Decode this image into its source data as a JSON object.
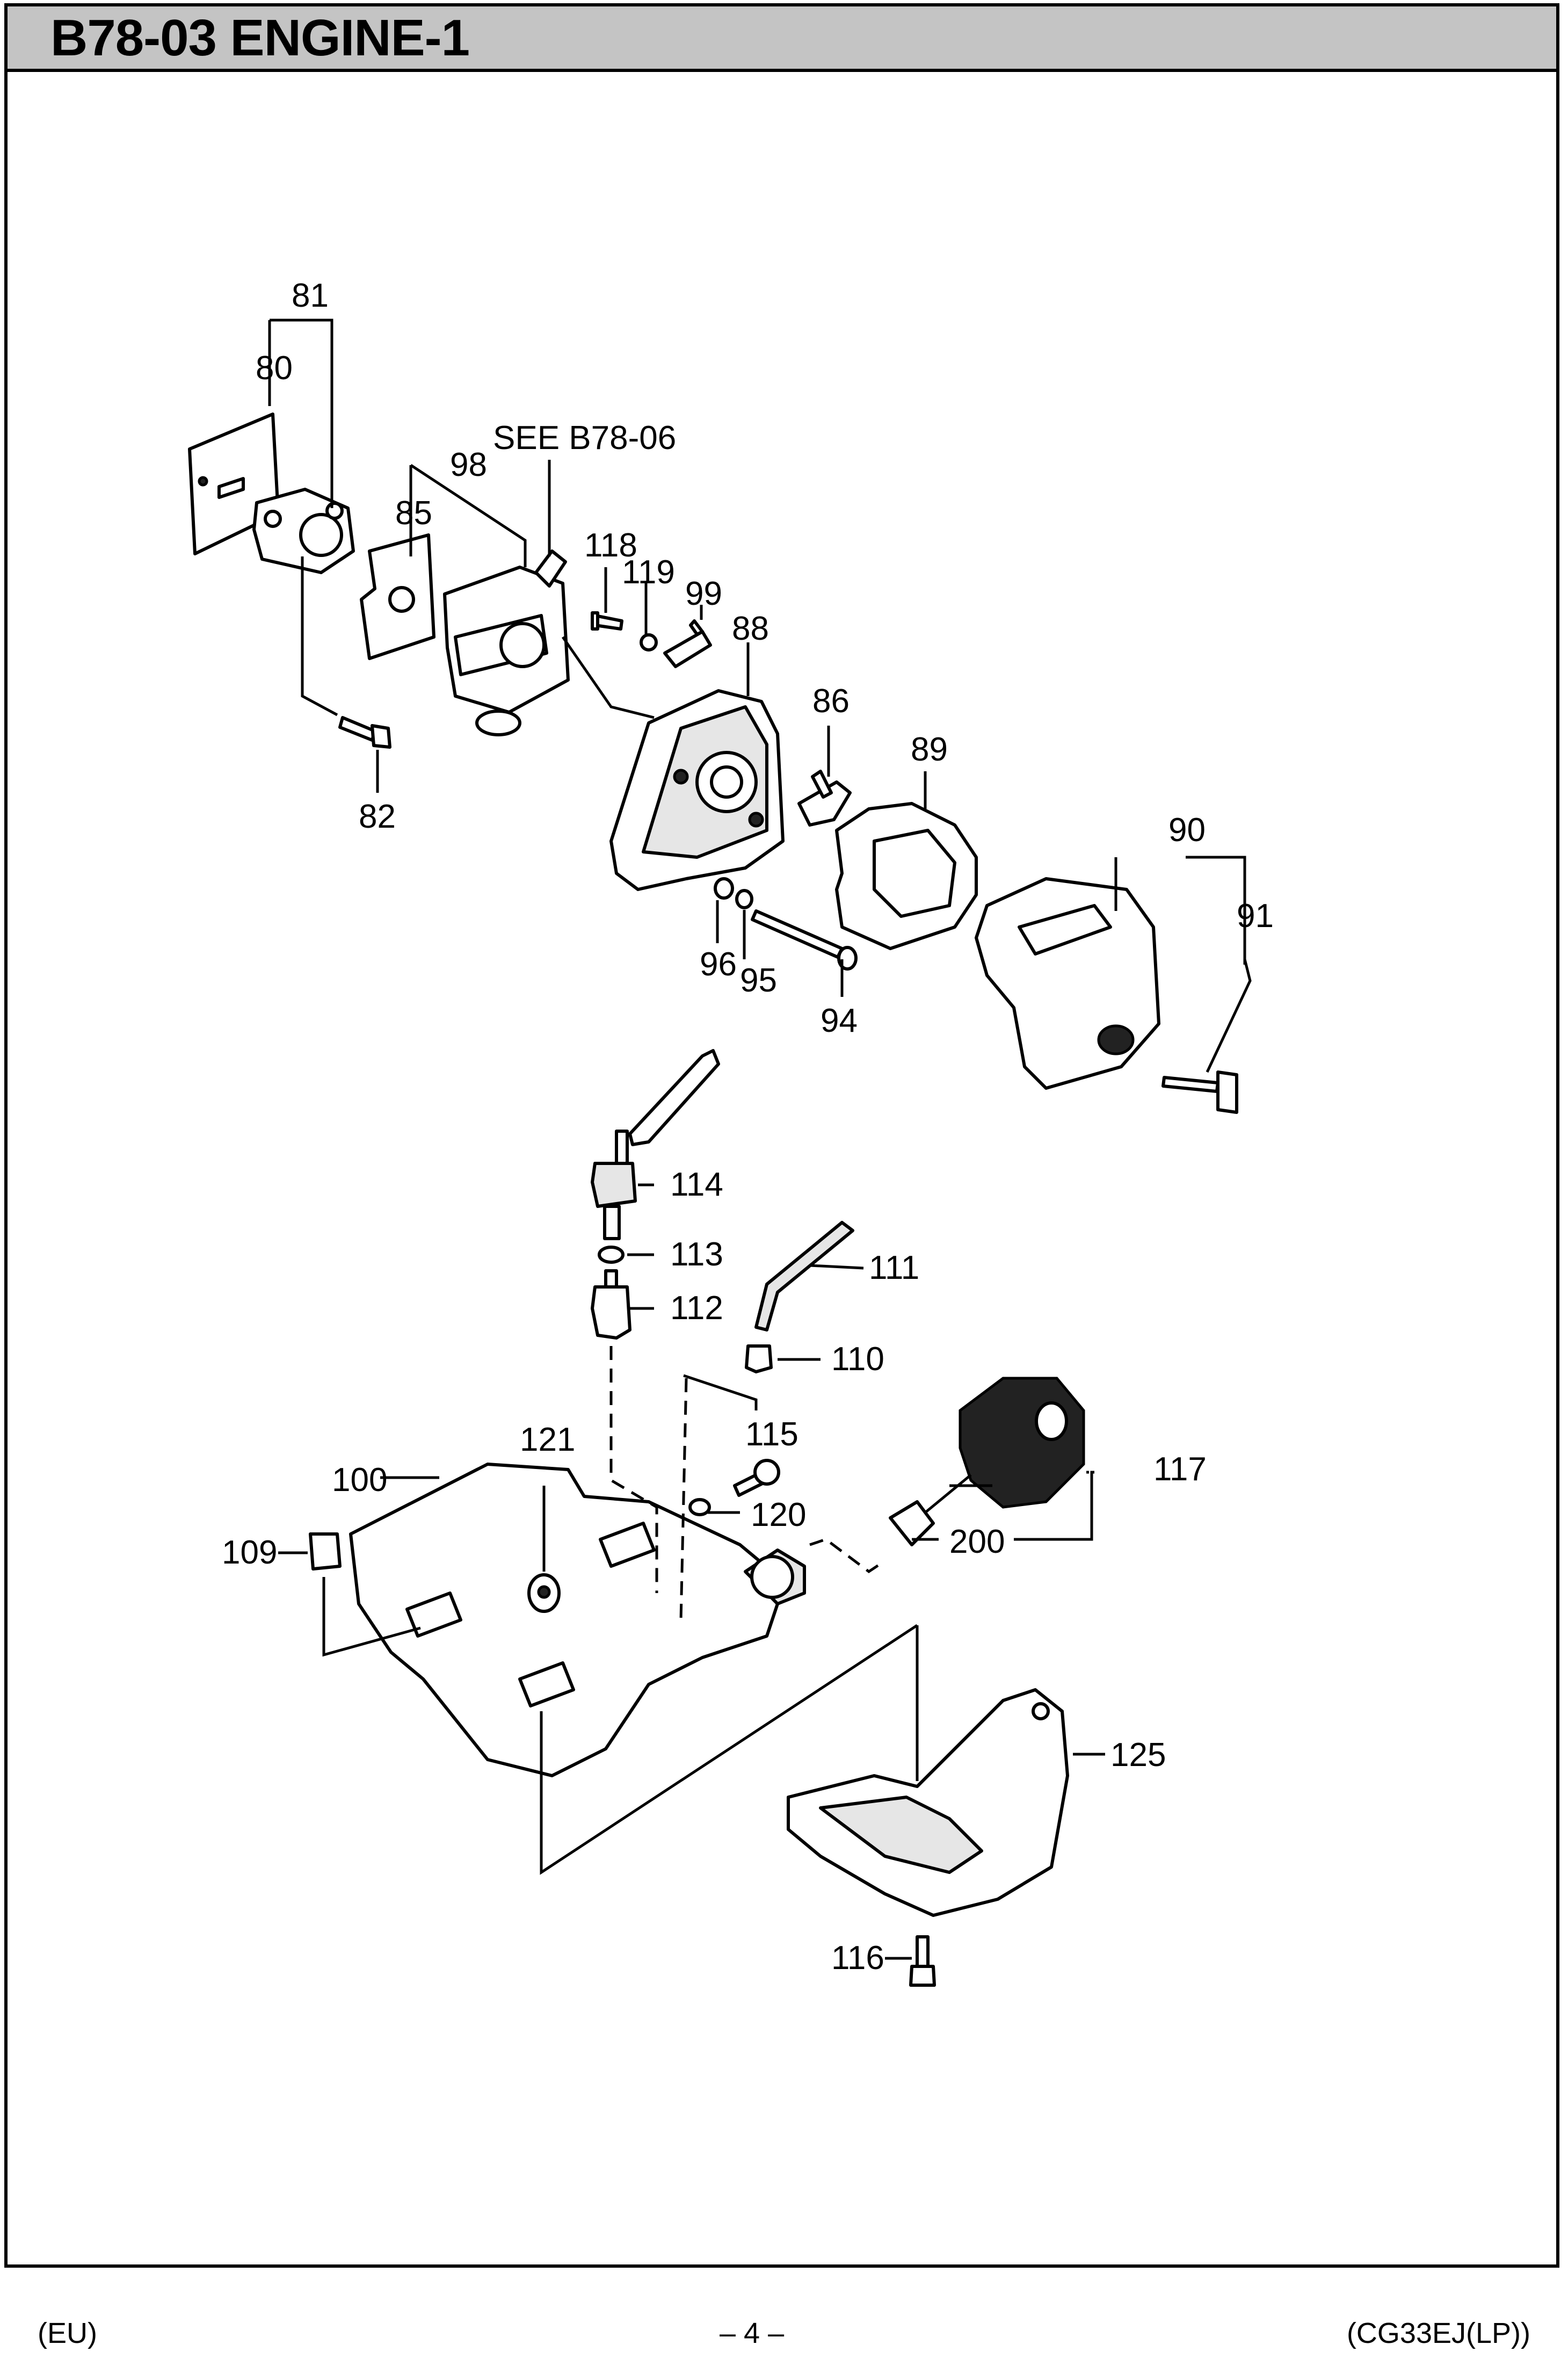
{
  "header": {
    "title": "B78-03 ENGINE-1"
  },
  "diagram": {
    "callouts": [
      {
        "id": "81",
        "text": "81"
      },
      {
        "id": "80",
        "text": "80"
      },
      {
        "id": "see",
        "text": "SEE B78-06"
      },
      {
        "id": "98",
        "text": "98"
      },
      {
        "id": "85",
        "text": "85"
      },
      {
        "id": "118",
        "text": "118"
      },
      {
        "id": "119",
        "text": "119"
      },
      {
        "id": "99",
        "text": "99"
      },
      {
        "id": "88",
        "text": "88"
      },
      {
        "id": "86",
        "text": "86"
      },
      {
        "id": "89",
        "text": "89"
      },
      {
        "id": "82",
        "text": "82"
      },
      {
        "id": "90",
        "text": "90"
      },
      {
        "id": "91",
        "text": "91"
      },
      {
        "id": "96",
        "text": "96"
      },
      {
        "id": "95",
        "text": "95"
      },
      {
        "id": "94",
        "text": "94"
      },
      {
        "id": "114",
        "text": "114"
      },
      {
        "id": "113",
        "text": "113"
      },
      {
        "id": "111",
        "text": "111"
      },
      {
        "id": "112",
        "text": "112"
      },
      {
        "id": "110",
        "text": "110"
      },
      {
        "id": "115",
        "text": "115"
      },
      {
        "id": "121",
        "text": "121"
      },
      {
        "id": "117",
        "text": "117"
      },
      {
        "id": "100",
        "text": "100"
      },
      {
        "id": "120",
        "text": "120"
      },
      {
        "id": "109",
        "text": "109"
      },
      {
        "id": "200",
        "text": "200"
      },
      {
        "id": "125",
        "text": "125"
      },
      {
        "id": "116",
        "text": "116"
      }
    ]
  },
  "footer": {
    "left": "(EU)",
    "center": "– 4 –",
    "right": "(CG33EJ(LP))"
  }
}
